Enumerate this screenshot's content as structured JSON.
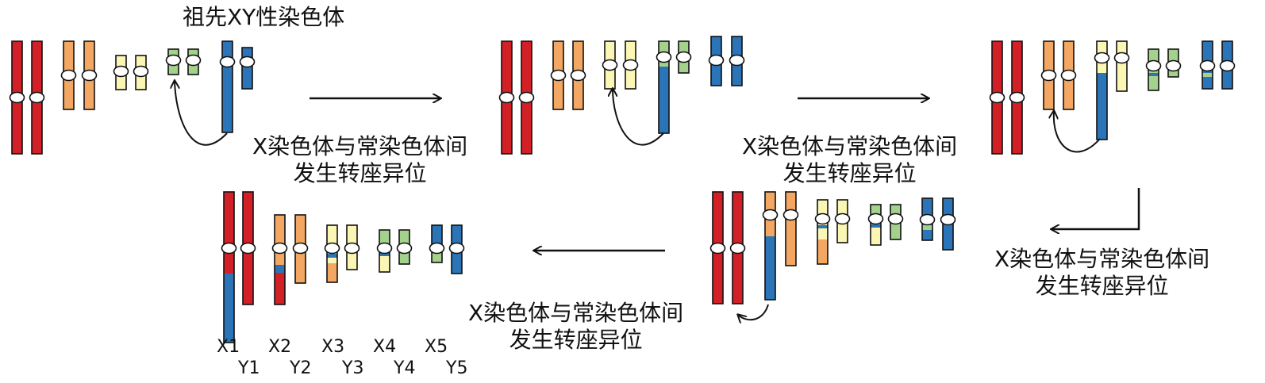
{
  "colors": {
    "red": "#d32027",
    "orange": "#f4a762",
    "yellow": "#fbf6b4",
    "green": "#a4d18c",
    "blue": "#2b74b8",
    "outline": "#111111"
  },
  "title": "祖先XY性染色体",
  "step_label": {
    "line1": "X染色体与常染色体间",
    "line2": "发生转座异位"
  },
  "chromosome_labels": [
    "X1",
    "X2",
    "X3",
    "X4",
    "X5",
    "Y1",
    "Y2",
    "Y3",
    "Y4",
    "Y5"
  ],
  "stages": [
    {
      "name": "ancestral"
    },
    {
      "name": "translocation-1"
    },
    {
      "name": "translocation-2"
    },
    {
      "name": "translocation-3"
    },
    {
      "name": "final"
    }
  ]
}
